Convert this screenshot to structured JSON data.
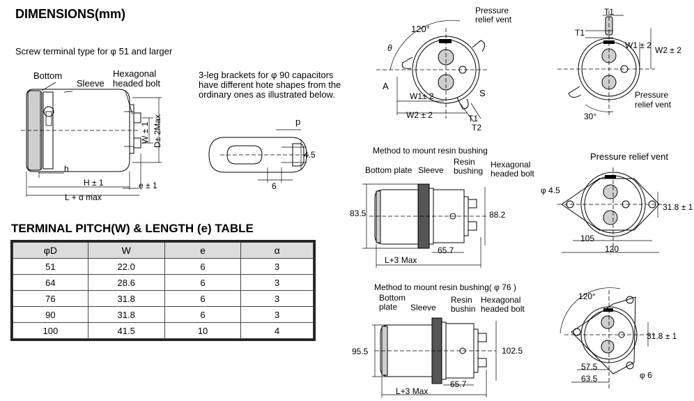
{
  "headings": {
    "dimensions": "DIMENSIONS(mm)",
    "pitch_table": "TERMINAL PITCH(W) & LENGTH (e) TABLE"
  },
  "screw_section": {
    "caption": "Screw terminal type for φ 51 and larger",
    "labels": {
      "bottom": "Bottom",
      "sleeve": "Sleeve",
      "hex_bolt_1": "Hexagonal",
      "hex_bolt_2": "headed bolt",
      "w": "W ± 1",
      "d": "D± 2Max",
      "h": "h",
      "h_dim": "H ± 1",
      "e_dim": "e ± 1",
      "l_dim": "L + α max"
    }
  },
  "bracket_section": {
    "caption_1": "3-leg brackets for φ 90 capacitors",
    "caption_2": "have different hote shapes from the",
    "caption_3": "ordinary ones as illustrated below.",
    "p": "p",
    "h45": "4.5",
    "w6": "6"
  },
  "table": {
    "headers": [
      "φD",
      "W",
      "e",
      "α"
    ],
    "rows": [
      [
        "51",
        "22.0",
        "6",
        "3"
      ],
      [
        "64",
        "28.6",
        "6",
        "3"
      ],
      [
        "76",
        "31.8",
        "6",
        "3"
      ],
      [
        "90",
        "31.8",
        "6",
        "3"
      ],
      [
        "100",
        "41.5",
        "10",
        "4"
      ]
    ]
  },
  "top_left_view": {
    "pressure_1": "Pressure",
    "pressure_2": "relief vent",
    "angle": "120°",
    "theta": "θ",
    "a": "A",
    "w1": "W1± 2",
    "w2": "W2 ± 2",
    "s": "S",
    "t1": "T1",
    "t2": "T2"
  },
  "top_right_view": {
    "t1_top": "T1",
    "t1_left": "T1",
    "w1": "W1 ± 2",
    "w2": "W2 ± 2",
    "pressure_1": "Pressure",
    "pressure_2": "relief vent",
    "angle": "30°"
  },
  "resin_section": {
    "title": "Method to mount resin bushing",
    "bottom_plate": "Bottom plate",
    "sleeve": "Sleeve",
    "resin_1": "Resin",
    "resin_2": "bushing",
    "hex_1": "Hexagonal",
    "hex_2": "headed bolt",
    "d835": "83.5",
    "d882": "88.2",
    "d657": "65.7",
    "l": "L+3 Max"
  },
  "resin_top_view": {
    "pressure": "Pressure relief vent",
    "phi45": "φ 4.5",
    "d318": "31.8 ± 1",
    "d105": "105",
    "d120": "120"
  },
  "resin76_section": {
    "title": "Method to mount resin bushing( φ 76 )",
    "bottom_1": "Bottom",
    "bottom_2": "plate",
    "sleeve": "Sleeve",
    "resin_1": "Resin",
    "resin_2": "bushin",
    "hex_1": "Hexagonal",
    "hex_2": "headed bolt",
    "d955": "95.5",
    "d1025": "102.5",
    "d657": "65.7",
    "l": "L+3 Max"
  },
  "resin76_top_view": {
    "angle": "120°",
    "d318": "31.8 ± 1",
    "d575": "57.5",
    "d635": "63.5",
    "phi6": "φ 6"
  }
}
